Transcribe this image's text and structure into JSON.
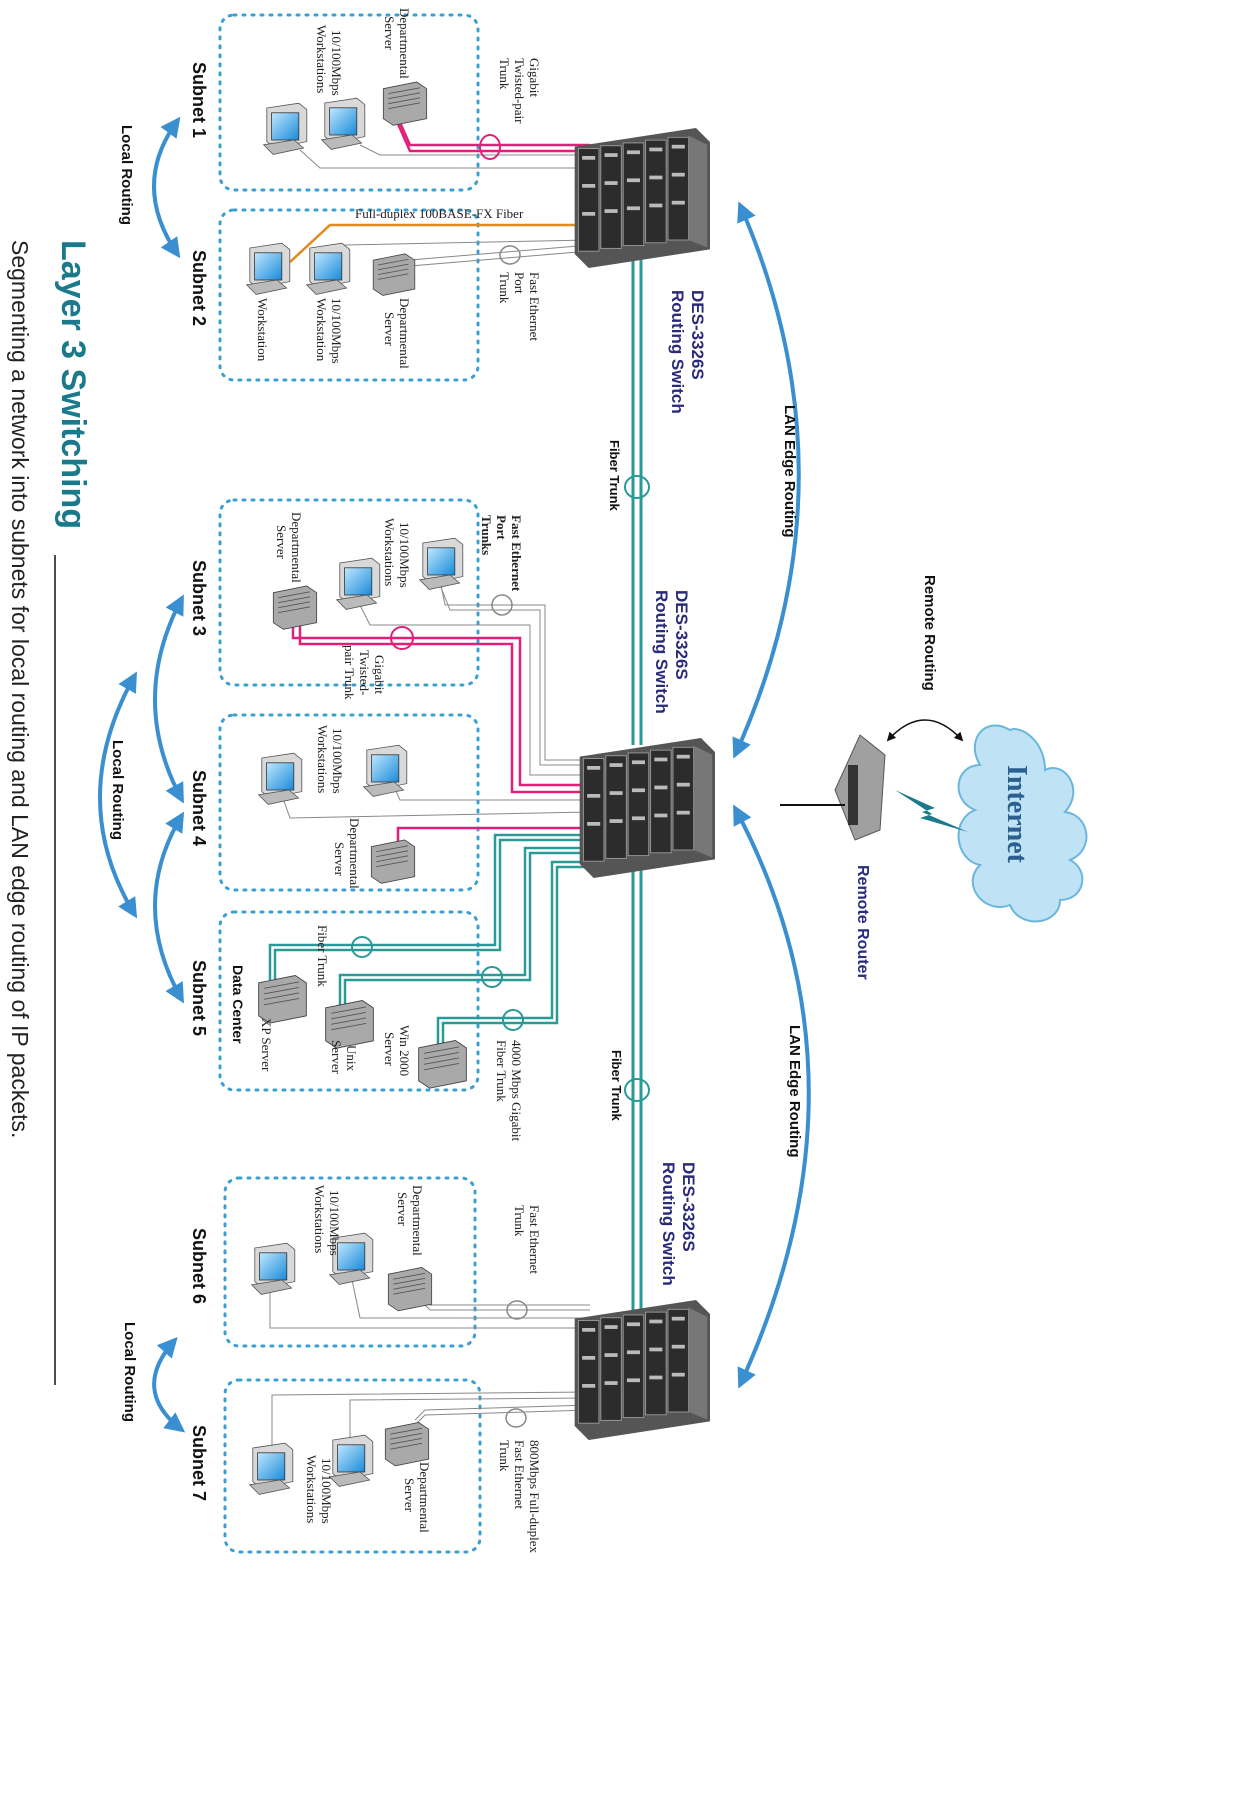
{
  "title": "Layer 3 Switching",
  "subtitle": "Segmenting a network into subnets for local routing and LAN edge routing of IP packets.",
  "colors": {
    "title": "#1a7a8c",
    "switch_label": "#2a2a7a",
    "arrow": "#3a8fd0",
    "gigabit_link": "#e0207a",
    "fiber_link": "#2a9a98",
    "fiber_100fx": "#e08a20",
    "subnet_border": "#3aa0d0",
    "cloud": "#bfe3f5"
  },
  "internet": {
    "label": "Internet"
  },
  "remote_router": {
    "label": "Remote Router"
  },
  "routing_labels": {
    "remote": "Remote Routing",
    "lan_edge_top": "LAN Edge Routing",
    "lan_edge_bottom": "LAN Edge Routing",
    "local_top": "Local Routing",
    "local_mid": "Local Routing",
    "local_bottom": "Local Routing"
  },
  "switches": [
    {
      "label_line1": "DES-3326S",
      "label_line2": "Routing Switch"
    },
    {
      "label_line1": "DES-3326S",
      "label_line2": "Routing Switch"
    },
    {
      "label_line1": "DES-3326S",
      "label_line2": "Routing Switch"
    }
  ],
  "trunks": {
    "fiber_top": "Fiber Trunk",
    "fiber_bottom": "Fiber Trunk"
  },
  "subnets": [
    {
      "label": "Subnet 1"
    },
    {
      "label": "Subnet 2"
    },
    {
      "label": "Subnet 3"
    },
    {
      "label": "Subnet 4"
    },
    {
      "label": "Subnet 5"
    },
    {
      "label": "Subnet 6"
    },
    {
      "label": "Subnet 7"
    }
  ],
  "data_center": {
    "label": "Data Center"
  },
  "device_labels": {
    "s1_gigabit": [
      "Gigabit",
      "Twisted-pair",
      "Trunk"
    ],
    "s1_server": [
      "Departmental",
      "Server"
    ],
    "s1_ws": [
      "10/100Mbps",
      "Workstations"
    ],
    "s2_fiber": "Full-duplex 100BASE-FX Fiber",
    "s2_fe": [
      "Fast Ethernet",
      "Port",
      "Trunk"
    ],
    "s2_server": [
      "Departmental",
      "Server"
    ],
    "s2_ws": [
      "10/100Mbps",
      "Workstation"
    ],
    "s2_ws_single": "Workstation",
    "s3_fe": [
      "Fast Ethernet",
      "Port",
      "Trunks"
    ],
    "s3_ws": [
      "10/100Mbps",
      "Workstations"
    ],
    "s3_server": [
      "Departmental",
      "Server"
    ],
    "s3_gigabit": [
      "Gigabit",
      "Twisted-",
      "pair Trunk"
    ],
    "s4_ws": [
      "10/100Mbps",
      "Workstations"
    ],
    "s4_server": [
      "Departmental",
      "Server"
    ],
    "s5_fiber": "Fiber Trunk",
    "s5_xp": "XP Server",
    "s5_unix": [
      "Unix",
      "Server"
    ],
    "s5_win": [
      "Win 2000",
      "Server"
    ],
    "s5_4000": [
      "4000 Mbps Gigabit",
      "Fiber Trunk"
    ],
    "s6_fe": [
      "Fast Ethernet",
      "Trunk"
    ],
    "s6_server": [
      "Departmental",
      "Server"
    ],
    "s6_ws": [
      "10/100Mbps",
      "Workstations"
    ],
    "s7_800": [
      "800Mbps Full-duplex",
      "Fast Ethernet",
      "Trunk"
    ],
    "s7_server": [
      "Departmental",
      "Server"
    ],
    "s7_ws": [
      "10/100Mbps",
      "Workstations"
    ]
  }
}
